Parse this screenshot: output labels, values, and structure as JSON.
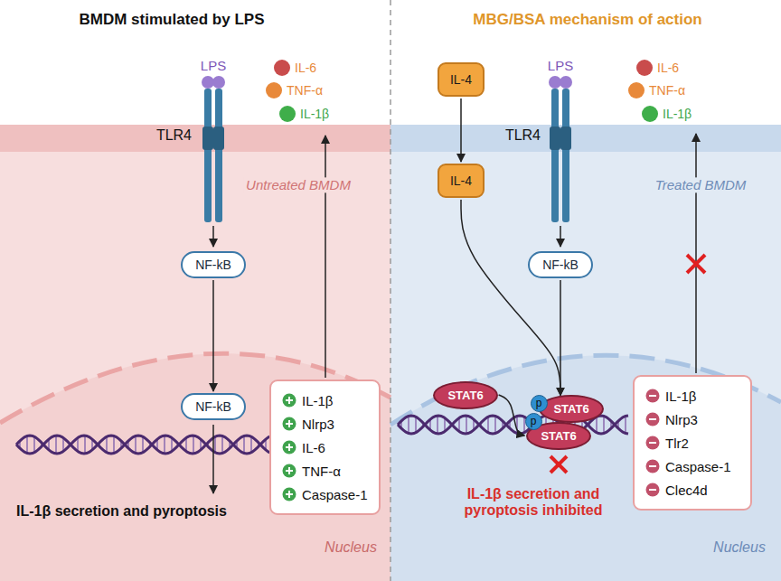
{
  "diagram": {
    "nodes": [
      {
        "text": [
          "NF-kB"
        ]
      },
      {
        "text": [
          "NF-kB"
        ]
      },
      {
        "text": [
          "IL-1β",
          "Nlrp3",
          "IL-6",
          "TNF-α",
          "Caspase-1"
        ]
      },
      {
        "text": [
          "IL-4"
        ]
      },
      {
        "text": [
          "IL-4"
        ]
      },
      {
        "text": [
          "NF-kB"
        ]
      },
      {
        "text": [
          "STAT6"
        ]
      },
      {
        "text": [
          "STAT6"
        ]
      },
      {
        "text": [
          "STAT6"
        ]
      },
      {
        "text": [
          "IL-1β",
          "Nlrp3",
          "Tlr2",
          "Caspase-1",
          "Clec4d"
        ]
      },
      {
        "text": [
          "p"
        ]
      },
      {
        "text": [
          "p"
        ]
      }
    ],
    "edges": [
      {
        "from": 0,
        "to": 1,
        "arrow": "to"
      },
      {
        "from": 3,
        "to": 4,
        "arrow": "to"
      },
      {
        "from": 4,
        "to": 7,
        "arrow": "to"
      },
      {
        "from": 5,
        "to": 7,
        "arrow": "to"
      },
      {
        "from": 6,
        "to": 8,
        "arrow": "to"
      }
    ],
    "labels": [
      "BMDM stimulated by LPS",
      "MBG/BSA mechanism of action",
      "LPS",
      "IL-6",
      "TNF-α",
      "IL-1β",
      "TLR4",
      "Untreated BMDM",
      "IL-1β secretion and pyroptosis",
      "Nucleus",
      "LPS",
      "IL-6",
      "TNF-α",
      "IL-1β",
      "TLR4",
      "Treated BMDM",
      "IL-1β secretion and pyroptosis inhibited",
      "Nucleus"
    ]
  }
}
